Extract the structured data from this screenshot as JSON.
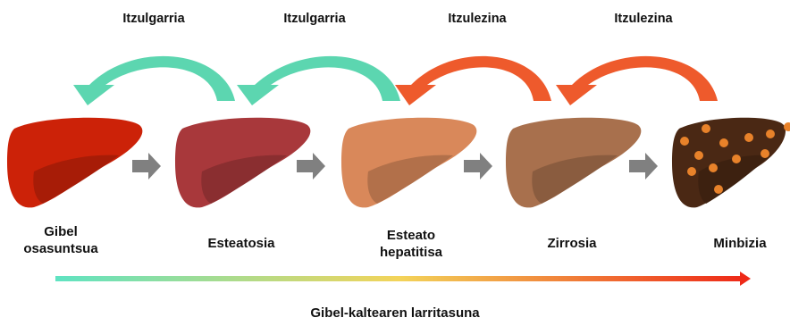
{
  "stages": [
    {
      "label": "Gibel\nosasuntsua",
      "color": "#cc2208",
      "spots": false
    },
    {
      "label": "Esteatosia",
      "color": "#a8383b",
      "spots": false
    },
    {
      "label": "Esteato\nhepatitisa",
      "color": "#d9885a",
      "spots": false
    },
    {
      "label": "Zirrosia",
      "color": "#a8704d",
      "spots": false
    },
    {
      "label": "Minbizia",
      "color": "#4a2814",
      "spots": true
    }
  ],
  "transitions": [
    {
      "label": "Itzulgarria",
      "color": "#5cd6b0"
    },
    {
      "label": "Itzulgarria",
      "color": "#5cd6b0"
    },
    {
      "label": "Itzulezina",
      "color": "#ee5a2c"
    },
    {
      "label": "Itzulezina",
      "color": "#ee5a2c"
    }
  ],
  "severity_label": "Gibel-kaltearen  larritasuna",
  "colors": {
    "gradient_start": "#5fe3c2",
    "gradient_mid": "#f3d45a",
    "gradient_end": "#ee2a18",
    "step_arrow": "#808080"
  }
}
